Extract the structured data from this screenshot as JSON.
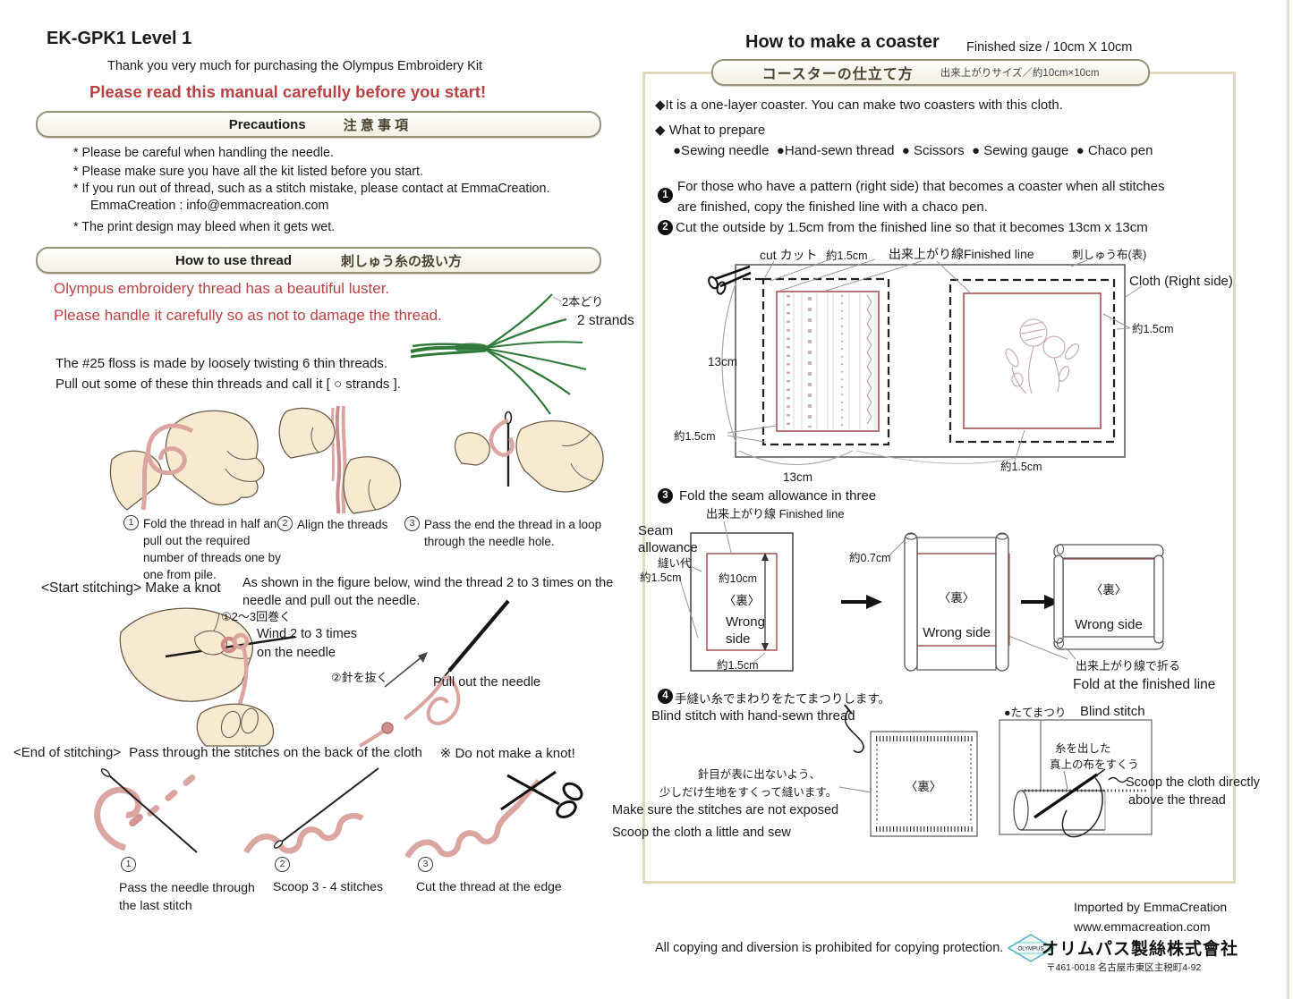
{
  "colors": {
    "accent_red": "#b94243",
    "thread_pink": "#dba5a2",
    "thread_green": "#2f7a3b",
    "diagram_red": "#a45454",
    "panel_border": "#e3d8bd",
    "logo_teal": "#57b4c0"
  },
  "left": {
    "kit_code": "EK-GPK1  Level 1",
    "thanks": "Thank you very much for purchasing the Olympus Embroidery Kit",
    "warning": "Please read this manual carefully before you start!",
    "precautions": {
      "title_en": "Precautions",
      "title_jp": "注 意 事 項",
      "items": [
        "* Please be careful when handling the needle.",
        "* Please make sure you have all the kit listed before you start.",
        "* If you run out of thread, such as a stitch mistake, please contact at EmmaCreation.",
        "EmmaCreation : info@emmacreation.com",
        "* The print design may bleed when it gets wet."
      ]
    },
    "thread": {
      "title_en": "How to use thread",
      "title_jp": "刺しゅう糸の扱い方",
      "luster1": "Olympus embroidery thread has a beautiful luster.",
      "luster2": "Please handle it carefully so as not to damage the thread.",
      "strands_jp": "2本どり",
      "strands_en": "2 strands",
      "floss1": "The #25 floss is made by loosely twisting 6 thin threads.",
      "floss2": "Pull out some of these thin threads and call it [ ○  strands ].",
      "steps": [
        {
          "num": "1",
          "text": "Fold the thread in half and pull out the required number of threads one by one from pile."
        },
        {
          "num": "2",
          "text": "Align the threads"
        },
        {
          "num": "3",
          "text": "Pass the end the thread in a loop through the needle hole."
        }
      ]
    },
    "start": {
      "heading": "<Start stitching> Make a knot",
      "instruction": "As shown in the figure below, wind the thread 2 to 3 times on the needle and pull out the needle.",
      "wind_jp": "①2～3回巻く",
      "wind_en_1": "Wind 2 to 3 times",
      "wind_en_2": "on the needle",
      "pull_jp": "②針を抜く",
      "pull_en": "Pull out the needle"
    },
    "end": {
      "heading": "<End of stitching>",
      "instruction": "Pass through the stitches on the back of the cloth",
      "note": "※  Do not make a knot!",
      "steps": [
        {
          "num": "1",
          "text": "Pass the needle through the last stitch"
        },
        {
          "num": "2",
          "text": "Scoop 3 - 4 stitches"
        },
        {
          "num": "3",
          "text": "Cut the thread at the edge"
        }
      ]
    }
  },
  "right": {
    "title": "How to make a coaster",
    "finished_size": "Finished size / 10cm X 10cm",
    "bar_jp": "コースターの仕立て方",
    "bar_size_jp": "出来上がりサイズ／約10cm×10cm",
    "intro": "◆It is a one-layer coaster. You can make two coasters with this cloth.",
    "prepare_title": "◆ What to prepare",
    "tools": "●Sewing needle  ●Hand-sewn thread  ● Scissors  ● Sewing gauge  ● Chaco pen",
    "step1": {
      "num": "1",
      "text": "For those who have a pattern (right side) that becomes a coaster when all stitches are finished, copy the finished line with a chaco pen."
    },
    "step2": {
      "num": "2",
      "text": "Cut the outside by 1.5cm from the finished line so that it becomes 13cm x 13cm"
    },
    "cut": {
      "cut_label": "cut カット",
      "approx_top": "約1.5cm",
      "finished_line": "出来上がり線Finished line",
      "cloth_jp": "刺しゅう布(表)",
      "cloth_en": "Cloth (Right side)",
      "left_13": "13cm",
      "left_15": "約1.5cm",
      "bottom_13": "13cm",
      "bottom_15": "約1.5cm",
      "right_15": "約1.5cm"
    },
    "step3": {
      "num": "3",
      "text": "Fold the seam allowance in three"
    },
    "fold": {
      "finished_line": "出来上がり線  Finished line",
      "seam_1": "Seam",
      "seam_2": "allowance",
      "seam_jp": "縫い代",
      "seam_15": "約1.5cm",
      "width_10": "約10cm",
      "ura": "〈裏〉",
      "wrong_1": "Wrong",
      "wrong_2": "side",
      "bottom_15": "約1.5cm",
      "cm_07": "約0.7cm",
      "wrong_mid": "Wrong side",
      "wrong_right": "Wrong side",
      "fold_jp": "出来上がり線で折る",
      "fold_en": "Fold at the finished line"
    },
    "step4": {
      "num": "4",
      "text_jp": "手縫い糸でまわりをたてまつりします。",
      "text_en": "Blind stitch with hand-sewn thread"
    },
    "blind": {
      "ura": "〈裏〉",
      "note_jp1": "針目が表に出ないよう、",
      "note_jp2": "少しだけ生地をすくって縫います。",
      "note_en1": "Make sure the stitches are not exposed",
      "note_en2": "Scoop the cloth a little and sew",
      "tate": "●たてまつり",
      "label": "Blind stitch",
      "thread_jp1": "糸を出した",
      "thread_jp2": "真上の布をすくう",
      "scoop_en1": "Scoop the cloth directly",
      "scoop_en2": "above the thread"
    }
  },
  "footer": {
    "imported": "Imported by EmmaCreation",
    "website": "www.emmacreation.com",
    "notice": "All copying and diversion is prohibited for copying protection.",
    "logo": "OLYMPUS",
    "company": "オリムパス製絲株式會社",
    "address": "〒461-0018 名古屋市東区主税町4-92"
  }
}
